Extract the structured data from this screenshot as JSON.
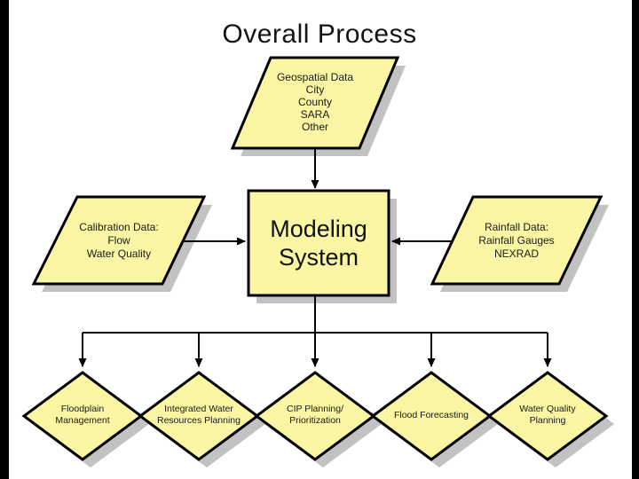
{
  "slide": {
    "title": "Overall Process",
    "colors": {
      "background": "#FFFFFF",
      "edge_bar": "#000000",
      "node_fill": "#FAF6A3",
      "node_border": "#000000",
      "shadow": "#C2C2C2",
      "connector": "#000000",
      "text": "#1A1A1A"
    },
    "nodes": {
      "geospatial_data": {
        "shape": "parallelogram",
        "lines": [
          "Geospatial Data",
          "City",
          "County",
          "SARA",
          "Other"
        ]
      },
      "calibration_data": {
        "shape": "parallelogram",
        "lines": [
          "Calibration Data:",
          "Flow",
          "Water Quality"
        ]
      },
      "modeling_system": {
        "shape": "rectangle",
        "lines": [
          "Modeling",
          "System"
        ]
      },
      "rainfall_data": {
        "shape": "parallelogram",
        "lines": [
          "Rainfall Data:",
          "Rainfall Gauges",
          "NEXRAD"
        ]
      },
      "floodplain_management": {
        "shape": "diamond",
        "lines": [
          "Floodplain",
          "Management"
        ]
      },
      "integrated_water_resources": {
        "shape": "diamond",
        "lines": [
          "Integrated Water",
          "Resources Planning"
        ]
      },
      "cip_planning": {
        "shape": "diamond",
        "lines": [
          "CIP Planning/",
          "Prioritization"
        ]
      },
      "flood_forecasting": {
        "shape": "diamond",
        "lines": [
          "Flood Forecasting"
        ]
      },
      "water_quality_planning": {
        "shape": "diamond",
        "lines": [
          "Water Quality",
          "Planning"
        ]
      }
    }
  }
}
